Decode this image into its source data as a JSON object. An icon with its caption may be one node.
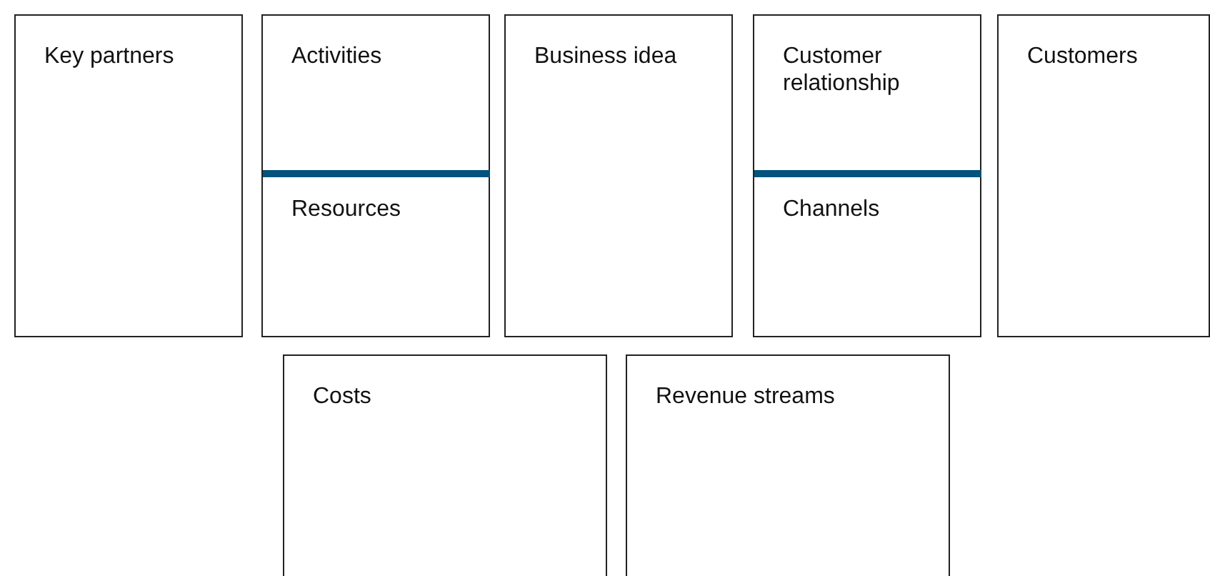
{
  "diagram": {
    "nodes": [
      {
        "text": [
          "Key partners"
        ]
      },
      {
        "text": [
          "Activities",
          "Resources"
        ]
      },
      {
        "text": [
          "Business idea"
        ]
      },
      {
        "text": [
          "Customer relationship",
          "Channels"
        ]
      },
      {
        "text": [
          "Customers"
        ]
      },
      {
        "text": [
          "Costs"
        ]
      },
      {
        "text": [
          "Revenue streams"
        ]
      }
    ]
  }
}
